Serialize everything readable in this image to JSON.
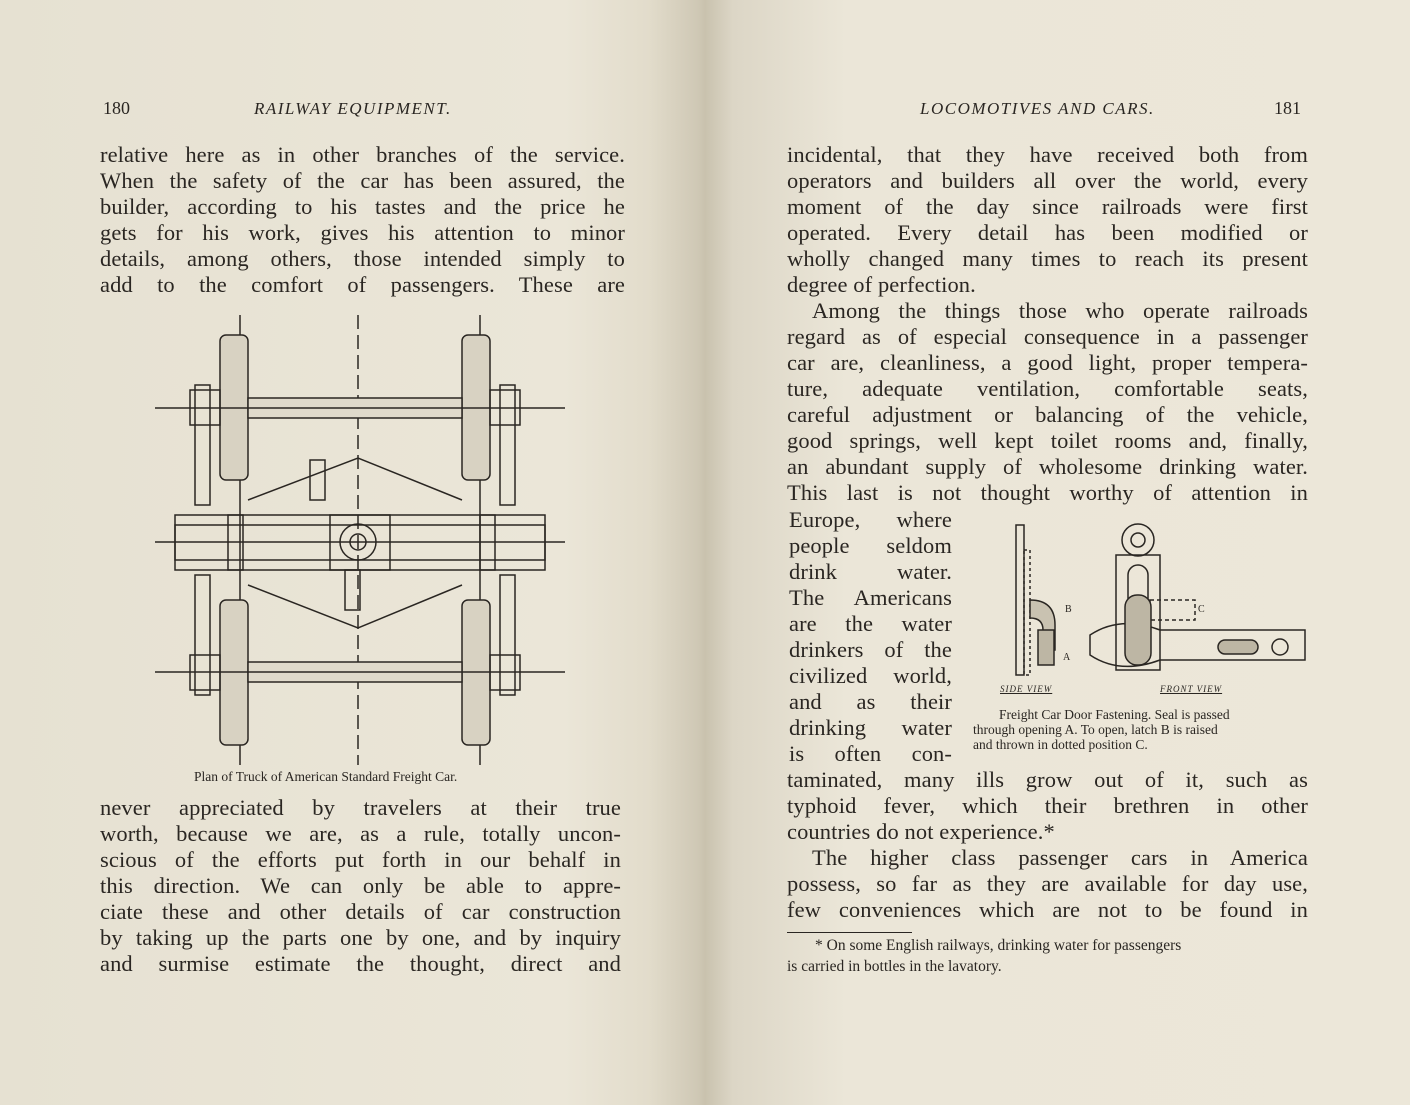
{
  "left_page": {
    "page_number": "180",
    "running_head": "RAILWAY EQUIPMENT.",
    "text_top": [
      "relative here as in other branches of the service.",
      "When the safety of the car has been assured, the",
      "builder, according to his tastes and the price he",
      "gets for his work, gives his attention to minor",
      "details, among others, those intended simply to",
      "add to the comfort of passengers. These are"
    ],
    "figure_caption": "Plan of Truck of American Standard Freight Car.",
    "text_bottom": [
      "never appreciated by travelers at their true",
      "worth, because we are, as a rule, totally uncon-",
      "scious of the efforts put forth in our behalf in",
      "this direction. We can only be able to appre-",
      "ciate these and other details of car construction",
      "by taking up the parts one by one, and by inquiry",
      "and surmise estimate the thought, direct and"
    ]
  },
  "right_page": {
    "page_number": "181",
    "running_head": "LOCOMOTIVES AND CARS.",
    "text_top": [
      "incidental, that they have received both from",
      "operators and builders all over the world, every",
      "moment of the day since railroads were first",
      "operated. Every detail has been modified or",
      "wholly changed many times to reach its present",
      "degree of perfection.",
      "Among the things those who operate railroads",
      "regard as of especial consequence in a passenger",
      "car are, cleanliness, a good light, proper tempera-",
      "ture, adequate ventilation, comfortable seats,",
      "careful adjustment or balancing of the vehicle,",
      "good springs, well kept toilet rooms and, finally,",
      "an abundant supply of wholesome drinking water.",
      "This last is not thought worthy of attention in"
    ],
    "text_narrow": [
      "Europe, where",
      "people seldom",
      "drink water.",
      "The Americans",
      "are the water",
      "drinkers of the",
      "civilized world,",
      "and as their",
      "drinking water",
      "is often con-"
    ],
    "text_bottom": [
      "taminated, many ills grow out of it, such as",
      "typhoid fever, which their brethren in other",
      "countries do not experience.*",
      "The higher class passenger cars in America",
      "possess, so far as they are available for day use,",
      "few conveniences which are not to be found in"
    ],
    "figure": {
      "side_view_label": "SIDE VIEW",
      "front_view_label": "FRONT VIEW",
      "label_a": "A",
      "label_b": "B",
      "label_c": "C",
      "caption": [
        "Freight Car Door Fastening. Seal is passed",
        "through opening A. To open, latch B is raised",
        "and thrown in dotted position C."
      ]
    },
    "footnote": [
      "* On some English railways, drinking water for passengers",
      "is carried in bottles in the lavatory."
    ]
  }
}
